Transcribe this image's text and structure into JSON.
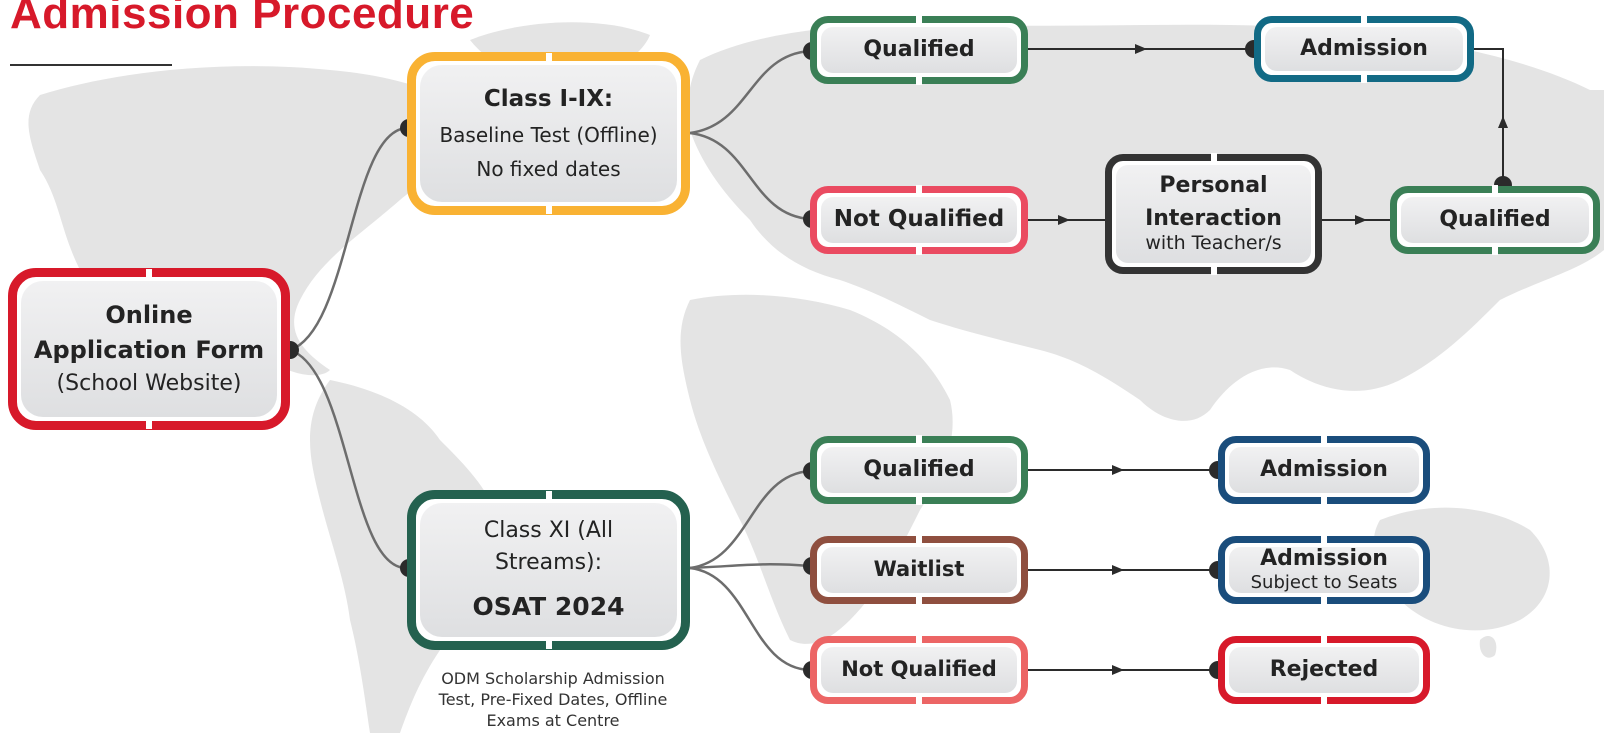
{
  "title": "Admission Procedure",
  "colors": {
    "red": "#d7192a",
    "yellow": "#f9b233",
    "green": "#3a7f56",
    "pink": "#ea4b61",
    "darkteal": "#24614f",
    "brown": "#8f4f3f",
    "salmon": "#ec6565",
    "blue": "#1a4d7c",
    "teal": "#126a85",
    "dark": "#333333"
  },
  "nodes": {
    "online_form": {
      "line1": "Online",
      "line2": "Application Form",
      "line3": "(School Website)"
    },
    "class_1_9": {
      "line1": "Class I-IX:",
      "line2": "Baseline Test (Offline)",
      "line3": "No fixed dates"
    },
    "class_11": {
      "line1": "Class XI (All",
      "line2": "Streams):",
      "line3": "OSAT 2024"
    },
    "class_11_caption": {
      "line1": "ODM Scholarship Admission",
      "line2": "Test, Pre-Fixed Dates, Offline",
      "line3": "Exams at Centre"
    },
    "top_qualified": {
      "label": "Qualified"
    },
    "top_admission": {
      "label": "Admission"
    },
    "top_not_qualified": {
      "label": "Not Qualified"
    },
    "personal_interaction": {
      "line1": "Personal",
      "line2": "Interaction",
      "line3": "with Teacher/s"
    },
    "interaction_qualified": {
      "label": "Qualified"
    },
    "xi_qualified": {
      "label": "Qualified"
    },
    "xi_admission": {
      "label": "Admission"
    },
    "xi_waitlist": {
      "label": "Waitlist"
    },
    "xi_admission_seats": {
      "line1": "Admission",
      "line2": "Subject to Seats"
    },
    "xi_not_qualified": {
      "label": "Not Qualified"
    },
    "xi_rejected": {
      "label": "Rejected"
    }
  }
}
